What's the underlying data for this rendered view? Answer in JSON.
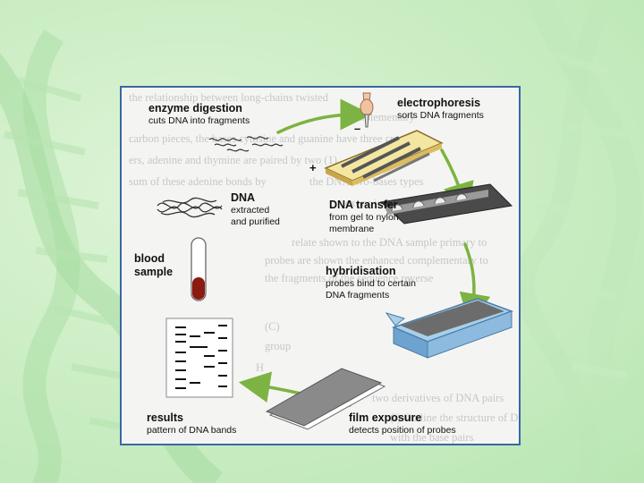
{
  "diagram": {
    "steps": {
      "enzyme_digestion": {
        "title": "enzyme digestion",
        "desc": "cuts DNA into fragments"
      },
      "electrophoresis": {
        "title": "electrophoresis",
        "desc": "sorts DNA fragments"
      },
      "dna_transfer": {
        "title": "DNA transfer",
        "desc_1": "from gel to nylon",
        "desc_2": "membrane"
      },
      "hybridisation": {
        "title": "hybridisation",
        "desc_1": "probes bind to certain",
        "desc_2": "DNA fragments"
      },
      "film_exposure": {
        "title": "film exposure",
        "desc": "detects position of probes"
      },
      "results": {
        "title": "results",
        "desc": "pattern of DNA bands"
      },
      "dna": {
        "title": "DNA",
        "desc_1": "extracted",
        "desc_2": "and purified"
      },
      "blood_sample": {
        "title_1": "blood",
        "title_2": "sample"
      }
    },
    "polarity": {
      "negative": "–",
      "positive": "+"
    },
    "colors": {
      "arrow": "#7cb342",
      "gel": "#f3e6a0",
      "blood": "#8b1a10",
      "membrane": "#4a4a4a",
      "tray_liquid": "#a9cfe8",
      "panel_border": "#3a66a8"
    }
  }
}
